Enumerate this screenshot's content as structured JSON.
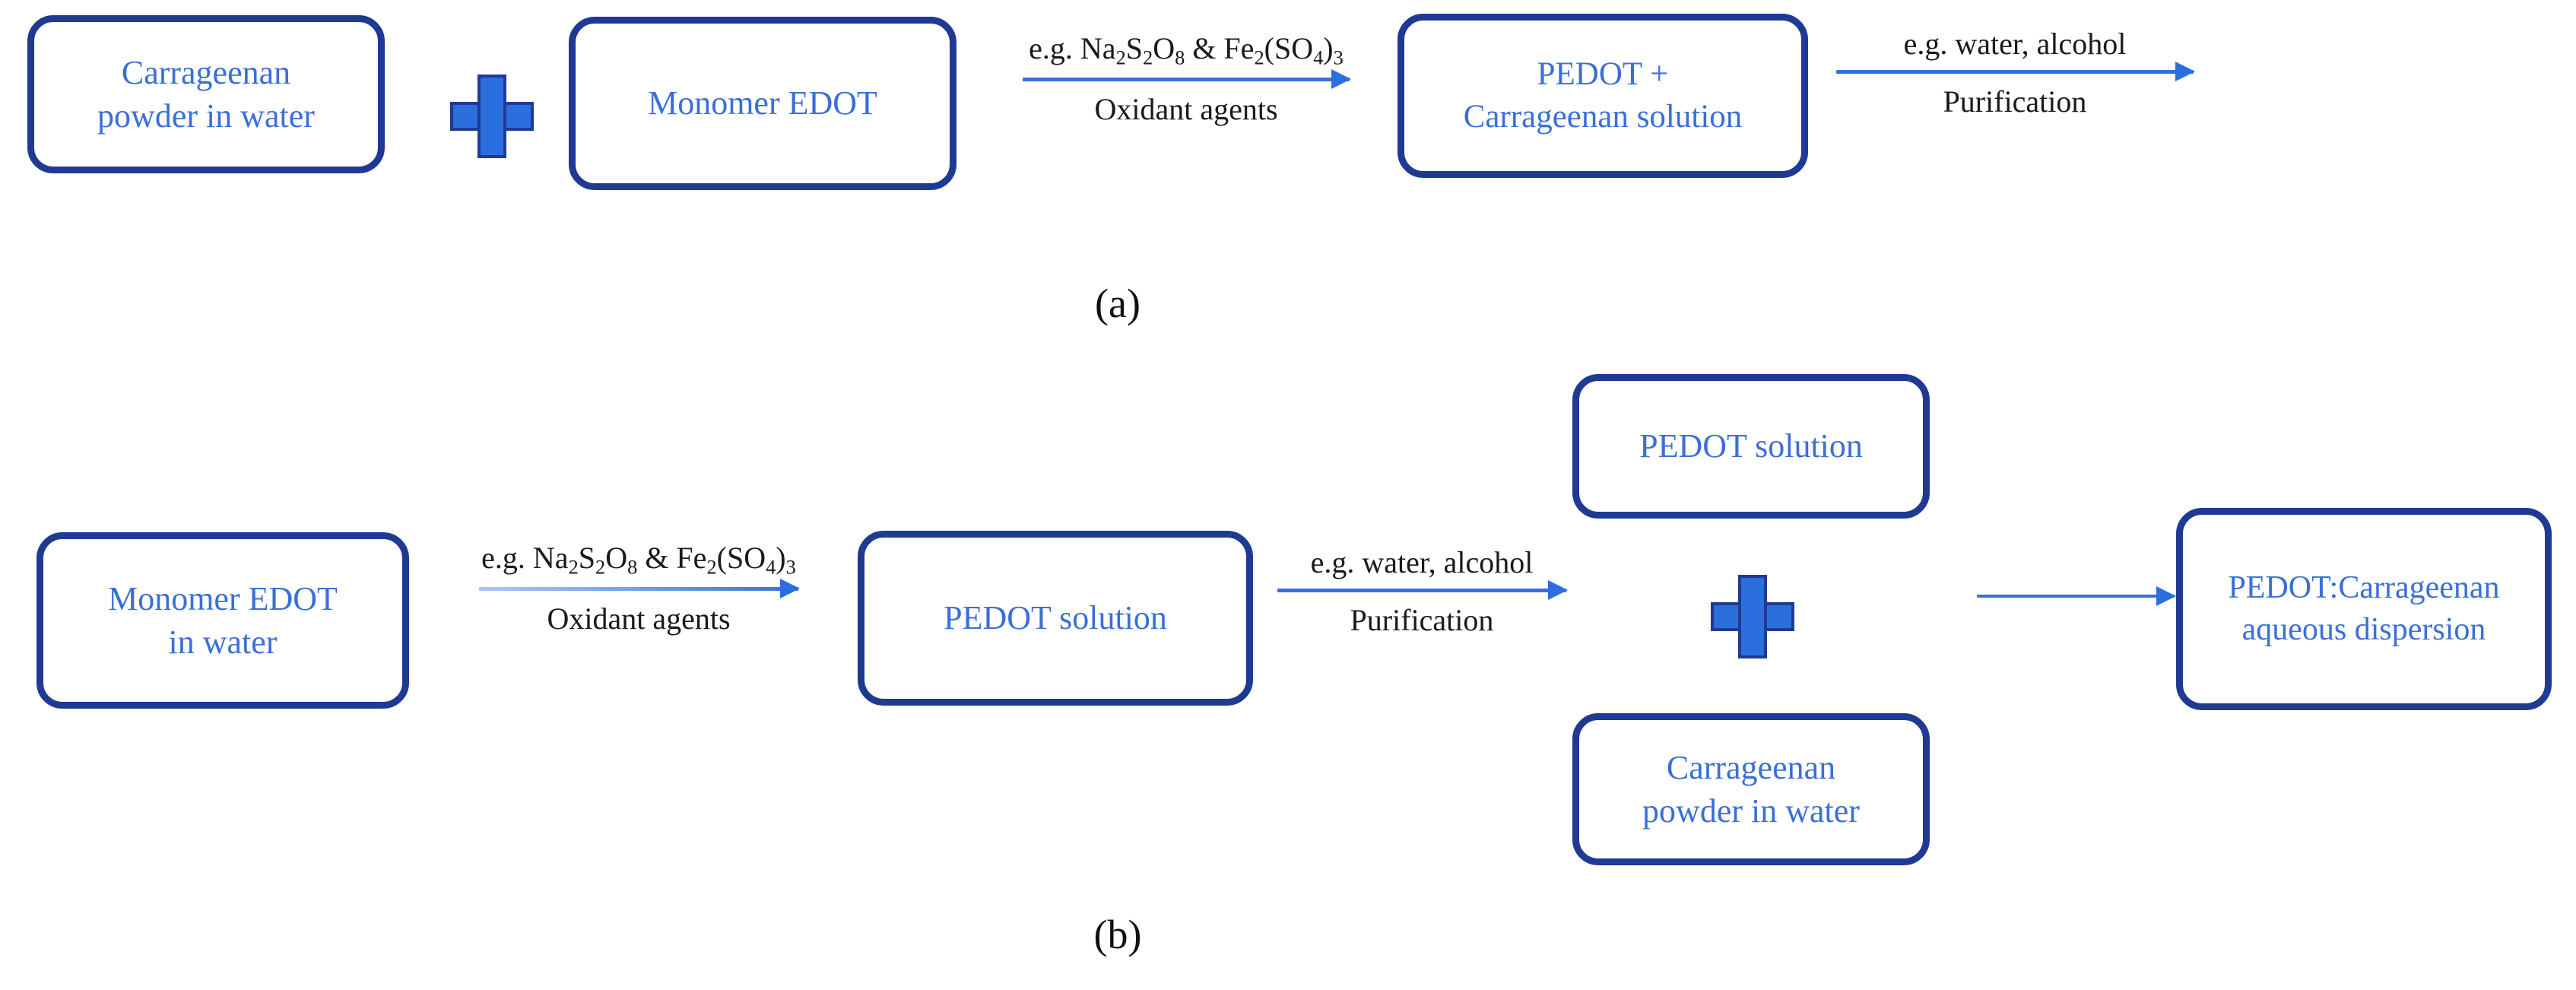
{
  "figure": {
    "colors": {
      "box_border": "#1f3a93",
      "box_text": "#3a6fd8",
      "arrow": "#3a6fd8",
      "plus": "#2b6fdf",
      "label_text": "#1a1a1a",
      "background": "#ffffff"
    }
  },
  "panel_a": {
    "caption": "(a)",
    "boxes": {
      "carrageenan": "Carrageenan\npowder in water",
      "monomer": "Monomer EDOT",
      "pedot_carrageenan": "PEDOT +\nCarrageenan solution"
    },
    "plus_symbol": "+",
    "arrows": [
      {
        "top_prefix": "e.g. Na",
        "top_full": "e.g. Na2S2O8 & Fe2(SO4)3",
        "bottom": "Oxidant agents"
      },
      {
        "top": "e.g. water, alcohol",
        "bottom": "Purification"
      }
    ]
  },
  "panel_b": {
    "caption": "(b)",
    "boxes": {
      "monomer_in_water": "Monomer EDOT\nin water",
      "pedot_solution_mid": "PEDOT solution",
      "pedot_solution_top": "PEDOT solution",
      "carrageenan_bottom": "Carrageenan\npowder in water",
      "final": "PEDOT:Carrageenan\naqueous dispersion"
    },
    "plus_symbol": "+",
    "arrows": [
      {
        "top_full": "e.g. Na2S2O8 & Fe2(SO4)3",
        "bottom": "Oxidant agents"
      },
      {
        "top": "e.g. water, alcohol",
        "bottom": "Purification"
      },
      {
        "top": "",
        "bottom": ""
      }
    ]
  },
  "formula": {
    "eg": "e.g. ",
    "na": "Na",
    "two_a": "2",
    "s": "S",
    "two_b": "2",
    "o": "O",
    "eight": "8",
    "amp": " & Fe",
    "two_c": "2",
    "so": "(SO",
    "four": "4",
    "close": ")",
    "three": "3"
  }
}
